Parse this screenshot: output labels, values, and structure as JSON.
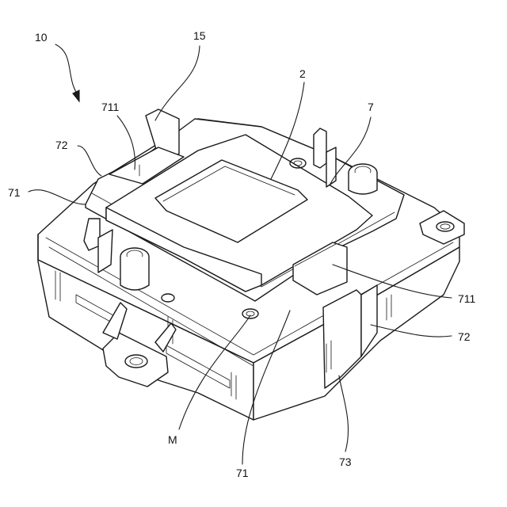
{
  "figure": {
    "reference_numerals": [
      {
        "id": "ref-10",
        "text": "10"
      },
      {
        "id": "ref-15",
        "text": "15"
      },
      {
        "id": "ref-2",
        "text": "2"
      },
      {
        "id": "ref-7",
        "text": "7"
      },
      {
        "id": "ref-711-top",
        "text": "711"
      },
      {
        "id": "ref-72-left",
        "text": "72"
      },
      {
        "id": "ref-71-left",
        "text": "71"
      },
      {
        "id": "ref-711-right",
        "text": "711"
      },
      {
        "id": "ref-72-right",
        "text": "72"
      },
      {
        "id": "ref-M",
        "text": "M"
      },
      {
        "id": "ref-71-bottom",
        "text": "71"
      },
      {
        "id": "ref-73",
        "text": "73"
      }
    ]
  }
}
